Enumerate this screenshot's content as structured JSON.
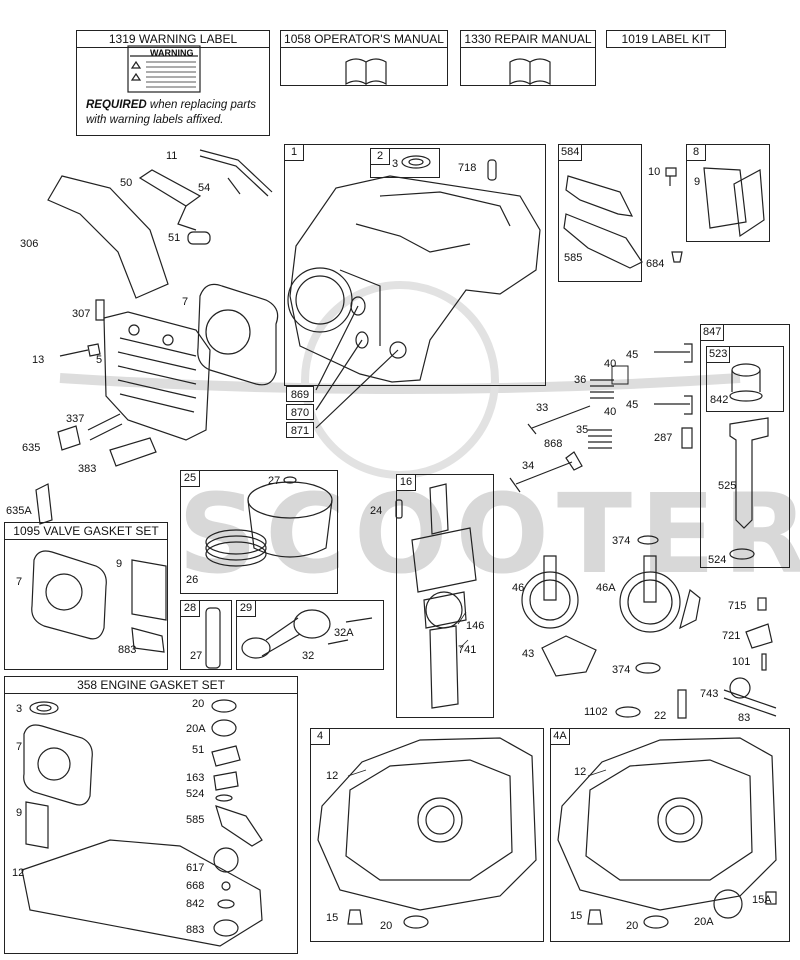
{
  "watermark": "SCOOTER",
  "top_boxes": {
    "warning": {
      "title": "1319 WARNING LABEL",
      "sticker": "WARNING",
      "required": "REQUIRED",
      "note_line1": " when replacing parts",
      "note_line2": "with warning labels affixed."
    },
    "manual": {
      "title": "1058 OPERATOR'S MANUAL"
    },
    "repair": {
      "title": "1330 REPAIR MANUAL"
    },
    "labelkit": {
      "title": "1019 LABEL KIT"
    }
  },
  "kits": {
    "valve_gasket": "1095 VALVE GASKET SET",
    "engine_gasket": "358 ENGINE GASKET SET"
  },
  "boxes": {
    "b1": "1",
    "b2": "2",
    "b584": "584",
    "b8": "8",
    "b847": "847",
    "b523": "523",
    "b25": "25",
    "b16": "16",
    "b28": "28",
    "b29": "29",
    "b4": "4",
    "b4a": "4A"
  },
  "refs": {
    "r869": "869",
    "r870": "870",
    "r871": "871"
  },
  "labels": {
    "l11": "11",
    "l50": "50",
    "l54": "54",
    "l51": "51",
    "l306": "306",
    "l307": "307",
    "l7a": "7",
    "l13": "13",
    "l5": "5",
    "l337": "337",
    "l635": "635",
    "l383": "383",
    "l635a": "635A",
    "l3a": "3",
    "l718": "718",
    "l585a": "585",
    "l684": "684",
    "l10": "10",
    "l9a": "9",
    "l40a": "40",
    "l45a": "45",
    "l36": "36",
    "l33": "33",
    "l40b": "40",
    "l45b": "45",
    "l868": "868",
    "l35": "35",
    "l287": "287",
    "l34": "34",
    "l842a": "842",
    "l525": "525",
    "l524a": "524",
    "l27a": "27",
    "l24": "24",
    "l26": "26",
    "l374a": "374",
    "l46": "46",
    "l46a": "46A",
    "l146": "146",
    "l741": "741",
    "l43": "43",
    "l374b": "374",
    "l715": "715",
    "l721": "721",
    "l101": "101",
    "l743": "743",
    "l1102": "1102",
    "l22": "22",
    "l83": "83",
    "l7b": "7",
    "l9b": "9",
    "l883a": "883",
    "l27b": "27",
    "l32a": "32A",
    "l32": "32",
    "g3": "3",
    "g7": "7",
    "g9": "9",
    "g12": "12",
    "g20": "20",
    "g20a": "20A",
    "g51": "51",
    "g163": "163",
    "g524": "524",
    "g585": "585",
    "g617": "617",
    "g668": "668",
    "g842": "842",
    "g883": "883",
    "p12a": "12",
    "p15a": "15",
    "p20a": "20",
    "p12b": "12",
    "p15b": "15",
    "p20b": "20",
    "p20ab": "20A",
    "p15ab": "15A"
  }
}
